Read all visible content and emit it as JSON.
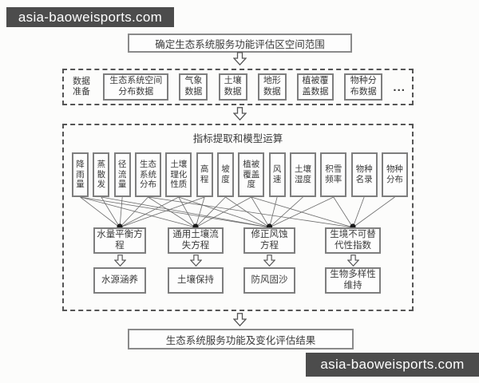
{
  "watermark": {
    "top_text": "asia-baoweisports.com",
    "bottom_text": "asia-baoweisports.com"
  },
  "flow": {
    "title": "确定生态系统服务功能评估区空间范围",
    "data_preparation": {
      "label": "数据准备",
      "datasets": [
        "生态系统空间分布数据",
        "气象数据",
        "土壤数据",
        "地形数据",
        "植被覆盖数据",
        "物种分布数据"
      ],
      "ellipsis": "..."
    },
    "processing": {
      "title": "指标提取和模型运算",
      "indicators": [
        "降雨量",
        "蒸散发",
        "径流量",
        "生态系统分布",
        "土壤理化性质",
        "高程",
        "坡度",
        "植被覆盖度",
        "风速",
        "土壤湿度",
        "积雪频率",
        "物种名录",
        "物种分布"
      ],
      "models": [
        "水量平衡方程",
        "通用土壤流失方程",
        "修正风蚀方程",
        "生境不可替代性指数"
      ],
      "services": [
        "水源涵养",
        "土壤保持",
        "防风固沙",
        "生物多样性维持"
      ],
      "connections": [
        [
          0,
          1,
          2,
          3,
          4,
          5
        ],
        [
          0,
          3,
          4,
          5,
          6,
          7
        ],
        [
          0,
          1,
          4,
          6,
          7,
          8,
          9,
          10
        ],
        [
          3,
          7,
          10,
          11,
          12
        ]
      ]
    },
    "result": "生态系统服务功能及变化评估结果"
  },
  "colors": {
    "watermark_bg": "#4c4c4c",
    "watermark_text": "#ffffff",
    "box_border": "#7e7e7e",
    "dashed_border": "#555555",
    "connection_line": "#6a6a6a",
    "convergence_dot": "#1a1a1a",
    "text": "#3a3a3a"
  }
}
